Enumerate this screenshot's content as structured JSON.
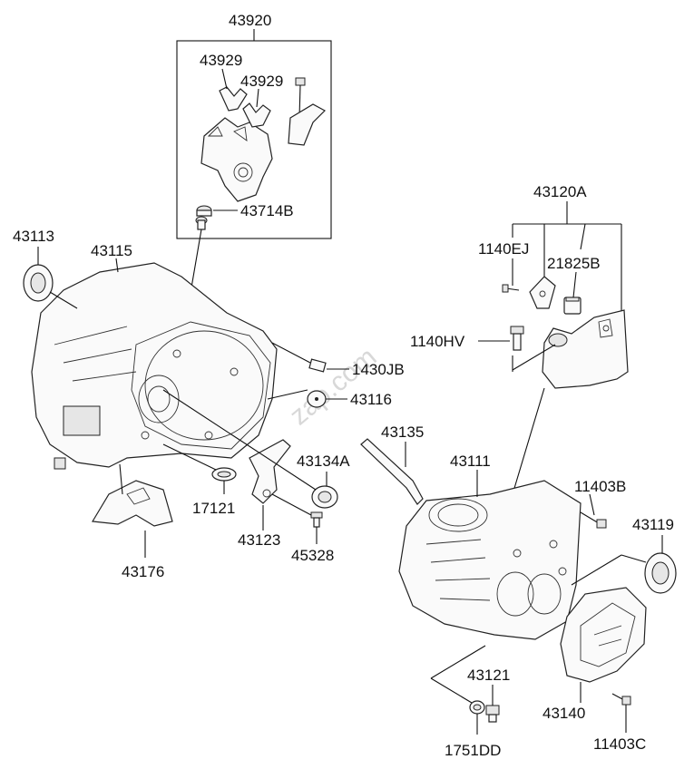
{
  "diagram": {
    "watermark": "zap.com",
    "callouts": {
      "c43920": "43920",
      "c43929a": "43929",
      "c43929b": "43929",
      "c43714b": "43714B",
      "c43113": "43113",
      "c43115": "43115",
      "c1430jb": "1430JB",
      "c43116": "43116",
      "c43134a": "43134A",
      "c17121": "17121",
      "c43123": "43123",
      "c45328": "45328",
      "c43176": "43176",
      "c43120a": "43120A",
      "c1140ej": "1140EJ",
      "c21825b": "21825B",
      "c1140hv": "1140HV",
      "c43135": "43135",
      "c43111": "43111",
      "c11403b": "11403B",
      "c43119": "43119",
      "c43121": "43121",
      "c43140": "43140",
      "c1751dd": "1751DD",
      "c11403c": "11403C"
    }
  }
}
